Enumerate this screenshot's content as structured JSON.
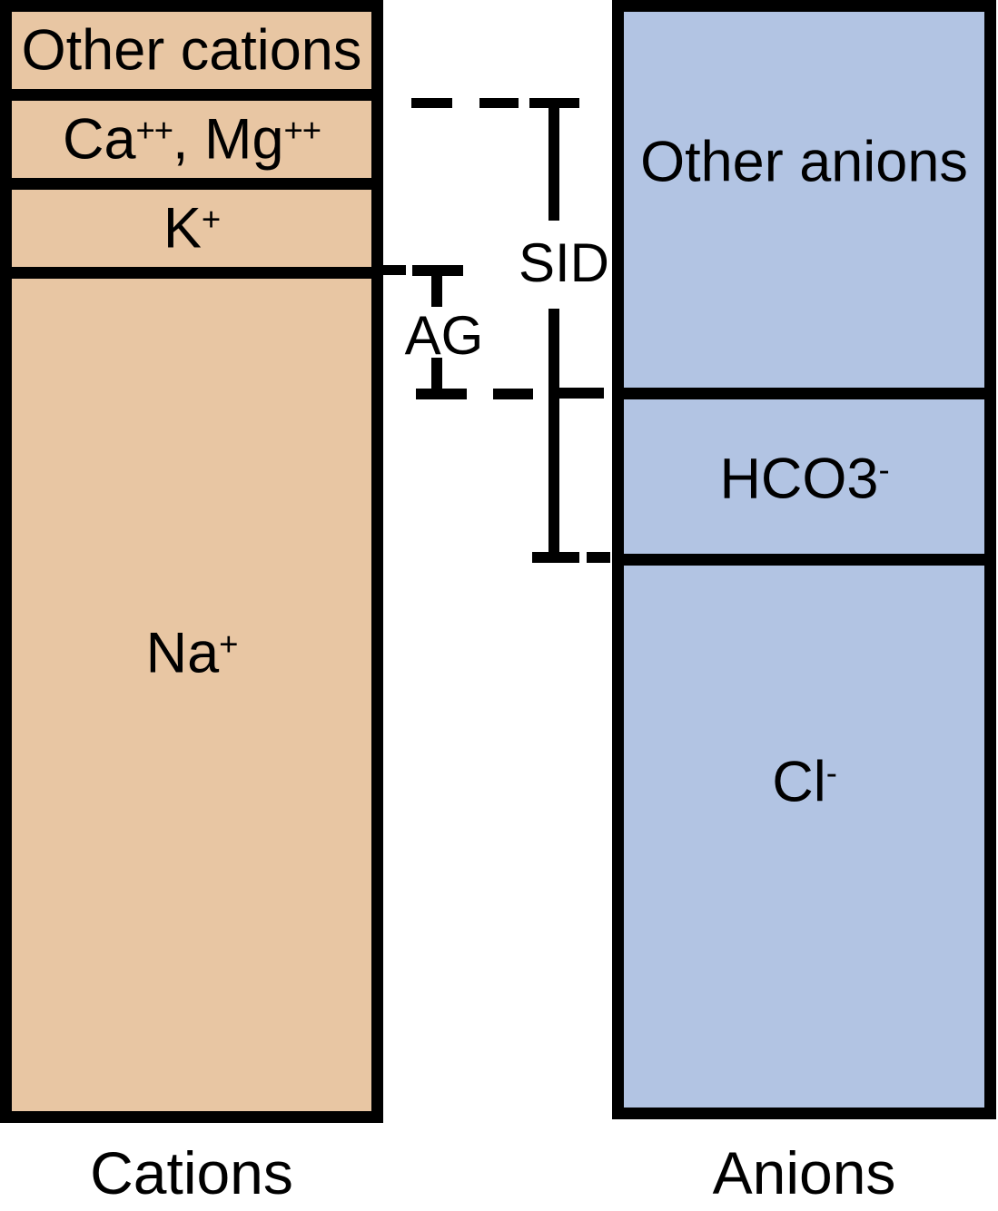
{
  "colors": {
    "cation_fill": "#e8c6a3",
    "anion_fill": "#b2c4e3",
    "line": "#000000"
  },
  "cations": {
    "title": "Cations",
    "segments": [
      {
        "name": "Other cations",
        "runs": [
          {
            "t": "Other cations"
          }
        ]
      },
      {
        "name": "Ca++, Mg++",
        "runs": [
          {
            "t": "Ca"
          },
          {
            "t": "++",
            "sup": true
          },
          {
            "t": ", Mg"
          },
          {
            "t": "++",
            "sup": true
          }
        ]
      },
      {
        "name": "K+",
        "runs": [
          {
            "t": "K"
          },
          {
            "t": "+",
            "sup": true
          }
        ]
      },
      {
        "name": "Na+",
        "runs": [
          {
            "t": "Na"
          },
          {
            "t": "+",
            "sup": true
          }
        ]
      }
    ]
  },
  "anions": {
    "title": "Anions",
    "segments": [
      {
        "name": "Other anions",
        "runs": [
          {
            "t": "Other anions"
          }
        ]
      },
      {
        "name": "HCO3-",
        "runs": [
          {
            "t": "HCO3"
          },
          {
            "t": "-",
            "sup": true
          }
        ]
      },
      {
        "name": "Cl-",
        "runs": [
          {
            "t": "Cl"
          },
          {
            "t": "-",
            "sup": true
          }
        ]
      }
    ]
  },
  "annotations": {
    "sid": "SID",
    "ag": "AG"
  }
}
